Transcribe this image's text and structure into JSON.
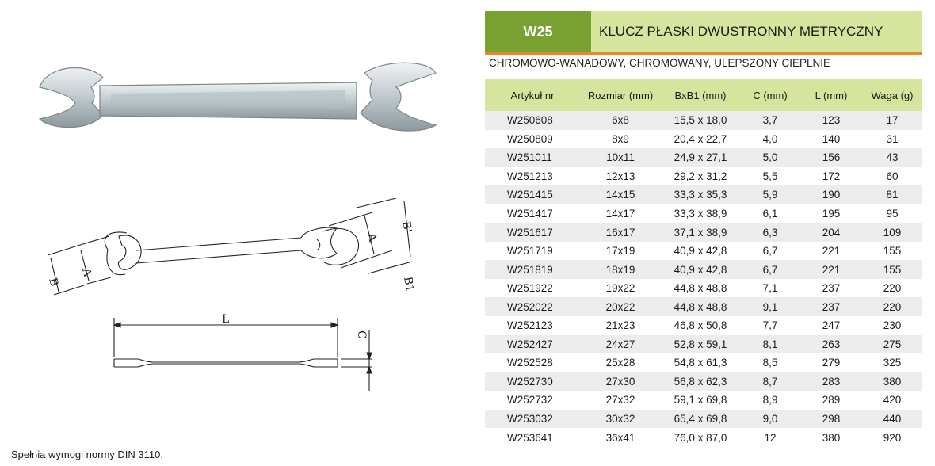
{
  "header": {
    "code": "W25",
    "title": "KLUCZ PŁASKI DWUSTRONNY METRYCZNY"
  },
  "subtitle": "CHROMOWO-WANADOWY, CHROMOWANY, ULEPSZONY CIEPLNIE",
  "norm_note": "Spełnia wymogi normy DIN 3110.",
  "drawing_labels": {
    "a_left": "A",
    "b_left": "B",
    "a_right": "A",
    "b_prime": "B'",
    "b1": "B1",
    "l": "L",
    "c": "C"
  },
  "table": {
    "columns": [
      "Artykuł nr",
      "Rozmiar (mm)",
      "BxB1 (mm)",
      "C (mm)",
      "L (mm)",
      "Waga (g)"
    ],
    "rows": [
      [
        "W250608",
        "6x8",
        "15,5 x 18,0",
        "3,7",
        "123",
        "17"
      ],
      [
        "W250809",
        "8x9",
        "20,4 x 22,7",
        "4,0",
        "140",
        "31"
      ],
      [
        "W251011",
        "10x11",
        "24,9 x 27,1",
        "5,0",
        "156",
        "43"
      ],
      [
        "W251213",
        "12x13",
        "29,2 x 31,2",
        "5,5",
        "172",
        "60"
      ],
      [
        "W251415",
        "14x15",
        "33,3 x 35,3",
        "5,9",
        "190",
        "81"
      ],
      [
        "W251417",
        "14x17",
        "33,3 x 38,9",
        "6,1",
        "195",
        "95"
      ],
      [
        "W251617",
        "16x17",
        "37,1 x 38,9",
        "6,3",
        "204",
        "109"
      ],
      [
        "W251719",
        "17x19",
        "40,9 x 42,8",
        "6,7",
        "221",
        "155"
      ],
      [
        "W251819",
        "18x19",
        "40,9 x 42,8",
        "6,7",
        "221",
        "155"
      ],
      [
        "W251922",
        "19x22",
        "44,8 x 48,8",
        "7,1",
        "237",
        "220"
      ],
      [
        "W252022",
        "20x22",
        "44,8 x 48,8",
        "9,1",
        "237",
        "220"
      ],
      [
        "W252123",
        "21x23",
        "46,8 x 50,8",
        "7,7",
        "247",
        "230"
      ],
      [
        "W252427",
        "24x27",
        "52,8 x 59,1",
        "8,1",
        "263",
        "275"
      ],
      [
        "W252528",
        "25x28",
        "54,8 x 61,3",
        "8,5",
        "279",
        "325"
      ],
      [
        "W252730",
        "27x30",
        "56,8 x 62,3",
        "8,7",
        "283",
        "380"
      ],
      [
        "W252732",
        "27x32",
        "59,1 x 69,8",
        "8,9",
        "289",
        "420"
      ],
      [
        "W253032",
        "30x32",
        "65,4 x 69,8",
        "9,0",
        "298",
        "440"
      ],
      [
        "W253641",
        "36x41",
        "76,0 x 87,0",
        "12",
        "380",
        "920"
      ]
    ]
  },
  "colors": {
    "header_green": "#79a132",
    "header_light_green": "#d6e59d",
    "accent_orange": "#e8862b",
    "row_grey": "#ececec"
  }
}
